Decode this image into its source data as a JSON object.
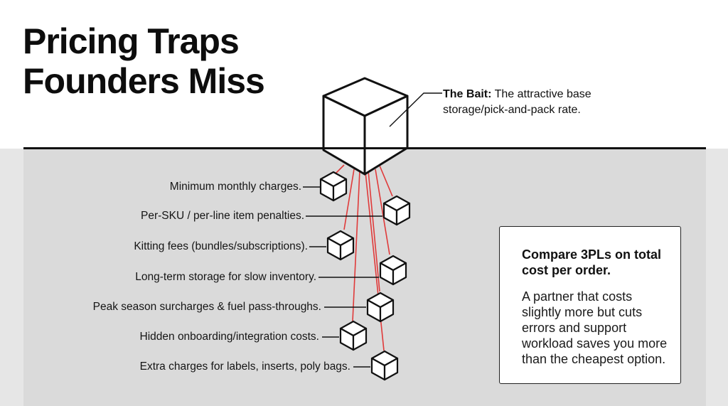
{
  "title": {
    "line1": "Pricing Traps",
    "line2": "Founders Miss"
  },
  "bait": {
    "label": "The Bait:",
    "text": " The attractive base storage/pick-and-pack rate."
  },
  "traps": [
    "Minimum monthly charges.",
    "Per-SKU / per-line item penalties.",
    "Kitting fees (bundles/subscriptions).",
    "Long-term storage for slow inventory.",
    "Peak season surcharges & fuel pass-throughs.",
    "Hidden onboarding/integration costs.",
    "Extra charges for labels, inserts, poly bags."
  ],
  "callout": {
    "heading": "Compare 3PLs on total cost per order.",
    "body": "A partner that costs slightly more but cuts errors and support workload saves you more than the cheapest option."
  },
  "colors": {
    "string": "#e03a3a",
    "ink": "#111111",
    "water": "#dadada"
  }
}
